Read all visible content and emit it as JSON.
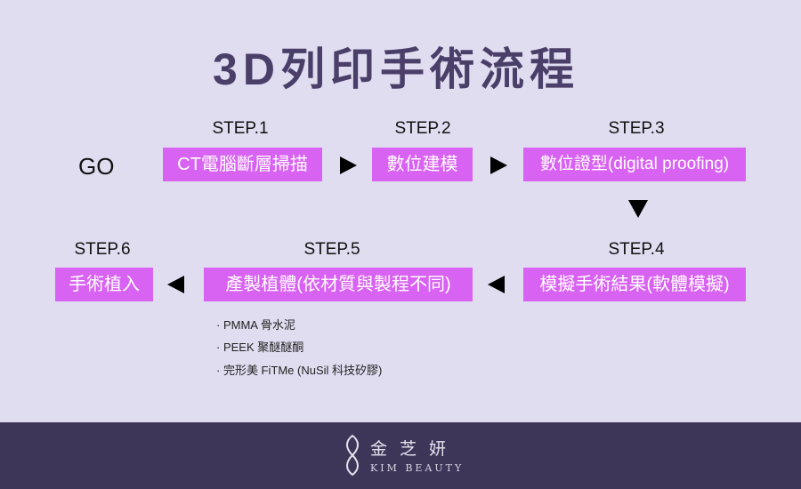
{
  "title": "3D列印手術流程",
  "go": "GO",
  "steps": [
    {
      "label": "STEP.1",
      "text": "CT電腦斷層掃描"
    },
    {
      "label": "STEP.2",
      "text": "數位建模"
    },
    {
      "label": "STEP.3",
      "text": "數位證型(digital proofing)"
    },
    {
      "label": "STEP.4",
      "text": "模擬手術結果(軟體模擬)"
    },
    {
      "label": "STEP.5",
      "text": "產製植體(依材質與製程不同)"
    },
    {
      "label": "STEP.6",
      "text": "手術植入"
    }
  ],
  "materials": [
    "· PMMA 骨水泥",
    "· PEEK 聚醚醚酮",
    "· 完形美 FiTMe (NuSil 科技矽膠)"
  ],
  "brand": {
    "cn": "金芝妍",
    "en": "KIM BEAUTY"
  },
  "colors": {
    "box": "#d862f2",
    "title": "#4a3f68",
    "footer": "#3e3658",
    "background": "#e1ddf1"
  }
}
